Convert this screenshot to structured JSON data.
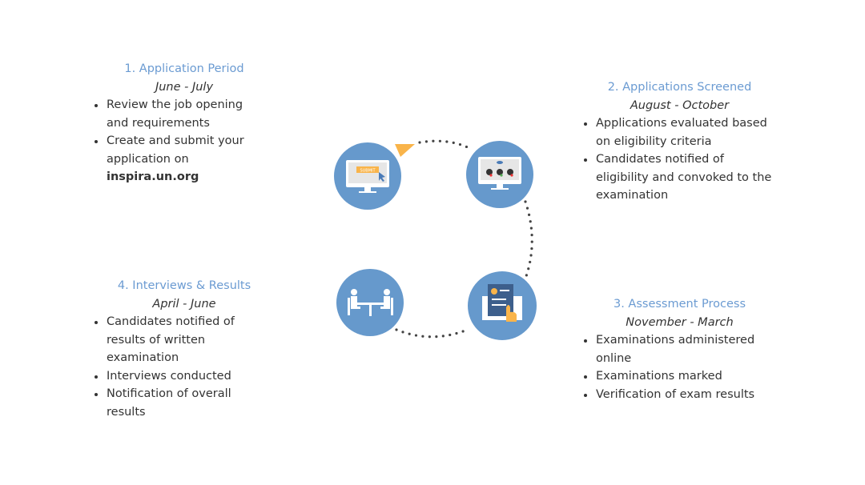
{
  "steps": [
    {
      "title": "1. Application Period",
      "period": "June - July",
      "bullets": [
        "Review the job opening and requirements",
        "Create and submit your application on"
      ],
      "link": "inspira.un.org",
      "icon": "submit-computer-icon",
      "icon_text": "SUBMIT"
    },
    {
      "title": "2. Applications Screened",
      "period": "August - October",
      "bullets": [
        "Applications evaluated based on eligibility criteria",
        "Candidates notified of eligibility and convoked to the examination"
      ],
      "icon": "screening-computer-icon"
    },
    {
      "title": "3. Assessment Process",
      "period": "November - March",
      "bullets": [
        "Examinations administered online",
        "Examinations marked",
        "Verification of exam results"
      ],
      "icon": "exam-document-icon"
    },
    {
      "title": "4. Interviews & Results",
      "period": "April - June",
      "bullets": [
        "Candidates notified of results of written examination",
        "Interviews conducted",
        "Notification of overall results"
      ],
      "icon": "interview-icon"
    }
  ],
  "colors": {
    "circle": "#6699cc",
    "accent": "#f9b44a",
    "title": "#6b9bd2"
  }
}
